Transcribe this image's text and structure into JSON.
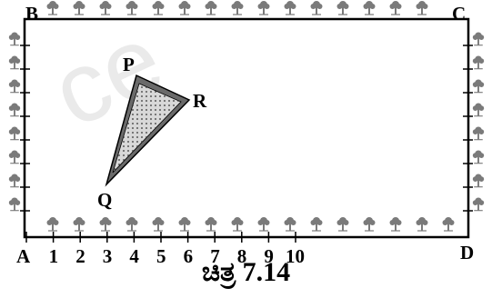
{
  "figure": {
    "corners": {
      "A": "A",
      "B": "B",
      "C": "C",
      "D": "D"
    },
    "triangle_vertices": {
      "P": "P",
      "Q": "Q",
      "R": "R"
    },
    "scale_numbers": [
      "1",
      "2",
      "3",
      "4",
      "5",
      "6",
      "7",
      "8",
      "9",
      "10"
    ],
    "caption": "ಚಿತ್ರ 7.14",
    "watermark": "ce"
  },
  "colors": {
    "line": "#000000",
    "triangle_fill": "#d8d8d8",
    "triangle_border": "#6a6a6a",
    "tree": "#7a7a7a"
  },
  "icons": {
    "tree": "tree-icon"
  }
}
